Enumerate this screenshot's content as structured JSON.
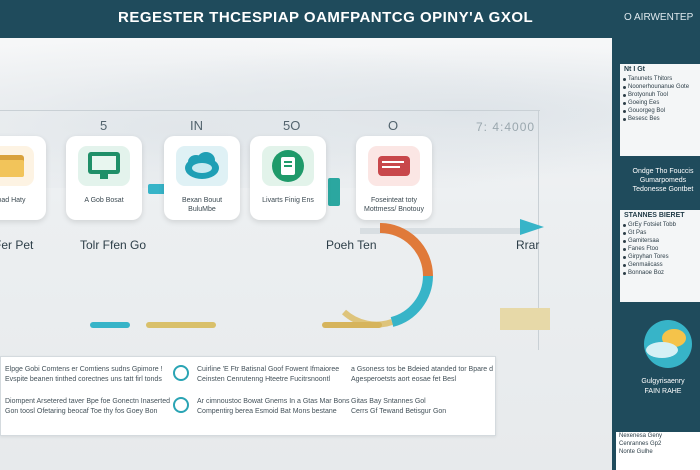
{
  "header": {
    "title": "REGESTER THCESPIAP OAMFPANTCG OPINY'A GXOL",
    "right_label": "O AIRWENTEP"
  },
  "steps": {
    "numbers": [
      "5",
      "IN",
      "5O",
      "O"
    ],
    "faint_number": "7: 4:4000"
  },
  "cards": [
    {
      "caption": "Broad Haty"
    },
    {
      "caption": "A  Gob Bosat"
    },
    {
      "caption": "Bexan Bouut BuluMbe"
    },
    {
      "caption": "Livarts Finig Ens"
    },
    {
      "caption": "Foseinteat toty Mottmess/ Bnotouy"
    }
  ],
  "labels": {
    "l1": "Fer   Pet",
    "l2": "Tolr  Ffen   Go",
    "l3": "Poeh  Ten",
    "l4": "Rrar"
  },
  "info": {
    "left_1": "Elpge  Gobi  Comtens  er  Comtiens  sudns  Gpimore  !",
    "left_2": "Evspite  beanen  tinthed  corectnes  uns  tatt  firl  tonds",
    "left_3": "Diompent  Arsetered  taver  Bpe  foe  Gonectn  Inaserted",
    "left_4": "Gon  toosl  Ofetaring  beocaf  Toe  thy  fos  Goey  Bon",
    "mid_1": "Cuirline  'E  Ftr  Batisnal  Goof  Fowent  Ifmaioree",
    "mid_2": "Ceinsten  Cenrutenng  Hteetre  Fucitrsnoontl",
    "mid_3": "Ar  cimnoustoc  Bowat  Gnems  In  a  Gtas  Mar  Bons",
    "mid_4": "Compentirg  berea  Esmoid  Bat  Mons  bestane",
    "right_1": "a  Gsoness  tos  be  Bdeied  atanded  tor  Bpare  d",
    "right_2": "Agesperoetsts  aort  eosae  fet  Besl",
    "right_3": "Gitas  Bay  Sntannes  Gol",
    "right_4": "Cerrs  Gf  Tewand  Betisgur  Gon"
  },
  "sidebar": {
    "card1_header": "Nt   I   Gt",
    "card1_items": [
      "Tanunets Thitors",
      "Noonerhounanue Gote",
      "Brotyonuh Tool",
      "Goeing Ees",
      "Gouorgeg Bol",
      "Besesc Bes"
    ],
    "mid_text_1": "Ondge Tho Fouccis",
    "mid_text_2": "Gumarpomeds",
    "mid_text_3": "Tedonesse Gontbet",
    "card2_header": "STANNES BIERET",
    "card2_items": [
      "GrEy Fotsiet Tobb",
      "Gt Pas",
      "Gamitersaa",
      "Fanes Ftoo",
      "Girpyhan Tores",
      "Genmaiicass",
      "Bonnaoe Boz"
    ],
    "art_text_1": "Gulgyrisaenry",
    "art_text_2": "FAIN RAHE",
    "footer_rows": [
      "Nexenesa Geny",
      "Cenrannes Gp2",
      "Nonte Gulhe"
    ]
  },
  "colors": {
    "header_bg": "#1f4b5c",
    "accent_teal": "#37b4c8",
    "accent_orange": "#e07a3a",
    "accent_gold": "#d9b24a",
    "accent_red": "#c8474b",
    "accent_green": "#2ba27a"
  },
  "icons": [
    "folder-icon",
    "monitor-icon",
    "cloud-icon",
    "document-icon",
    "card-icon"
  ]
}
